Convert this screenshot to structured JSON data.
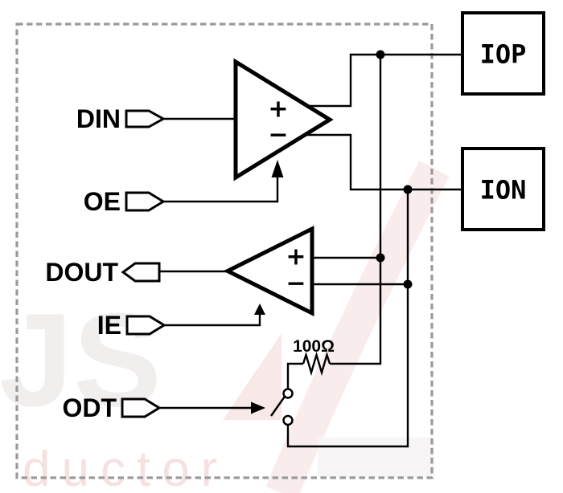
{
  "diagram": {
    "pins": [
      {
        "label": "DIN",
        "direction": "input"
      },
      {
        "label": "OE",
        "direction": "input"
      },
      {
        "label": "DOUT",
        "direction": "output"
      },
      {
        "label": "IE",
        "direction": "input"
      },
      {
        "label": "ODT",
        "direction": "input"
      }
    ],
    "pads": [
      {
        "label": "IOP"
      },
      {
        "label": "ION"
      }
    ],
    "driver_amp": {
      "plus_label": "+",
      "minus_label": "−"
    },
    "receiver_amp": {
      "plus_label": "+",
      "minus_label": "−"
    },
    "resistor": {
      "value_label": "100Ω"
    },
    "colors": {
      "line": "#000000",
      "boundary_dash": "#9a9a9a",
      "background": "#ffffff",
      "watermark_gray": "#f1eeee",
      "watermark_pink": "#f6e1e1"
    }
  },
  "watermark": {
    "big_text": "JS",
    "bottom_text": "ductor"
  }
}
